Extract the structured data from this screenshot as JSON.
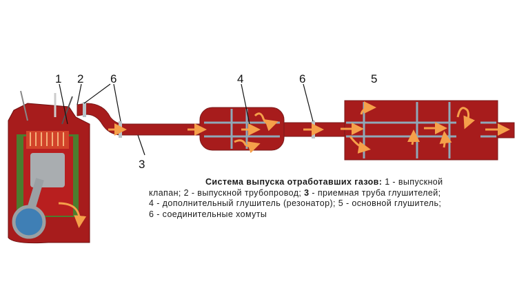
{
  "labels": {
    "valve": "1",
    "manifold": "2",
    "clamp_a": "6",
    "intake_pipe": "3",
    "resonator": "4",
    "clamp_b": "6",
    "muffler": "5"
  },
  "caption": {
    "title": "Система выпуска отработавших газов:",
    "line1_rest": " 1 - выпускной",
    "line2_a": "клапан; 2 - выпускной трубопровод; ",
    "line2_bold": "3",
    "line2_b": " - приемная труба глушителей;",
    "line3": "4 - дополнительный глушитель (резонатор); 5 - основной глушитель;",
    "line4": "6 - соединительные хомуты"
  },
  "colors": {
    "gas": "#b51e1e",
    "wall": "#8fa9b8",
    "arrow": "#f5a04a",
    "block": "#5f8f3a"
  }
}
